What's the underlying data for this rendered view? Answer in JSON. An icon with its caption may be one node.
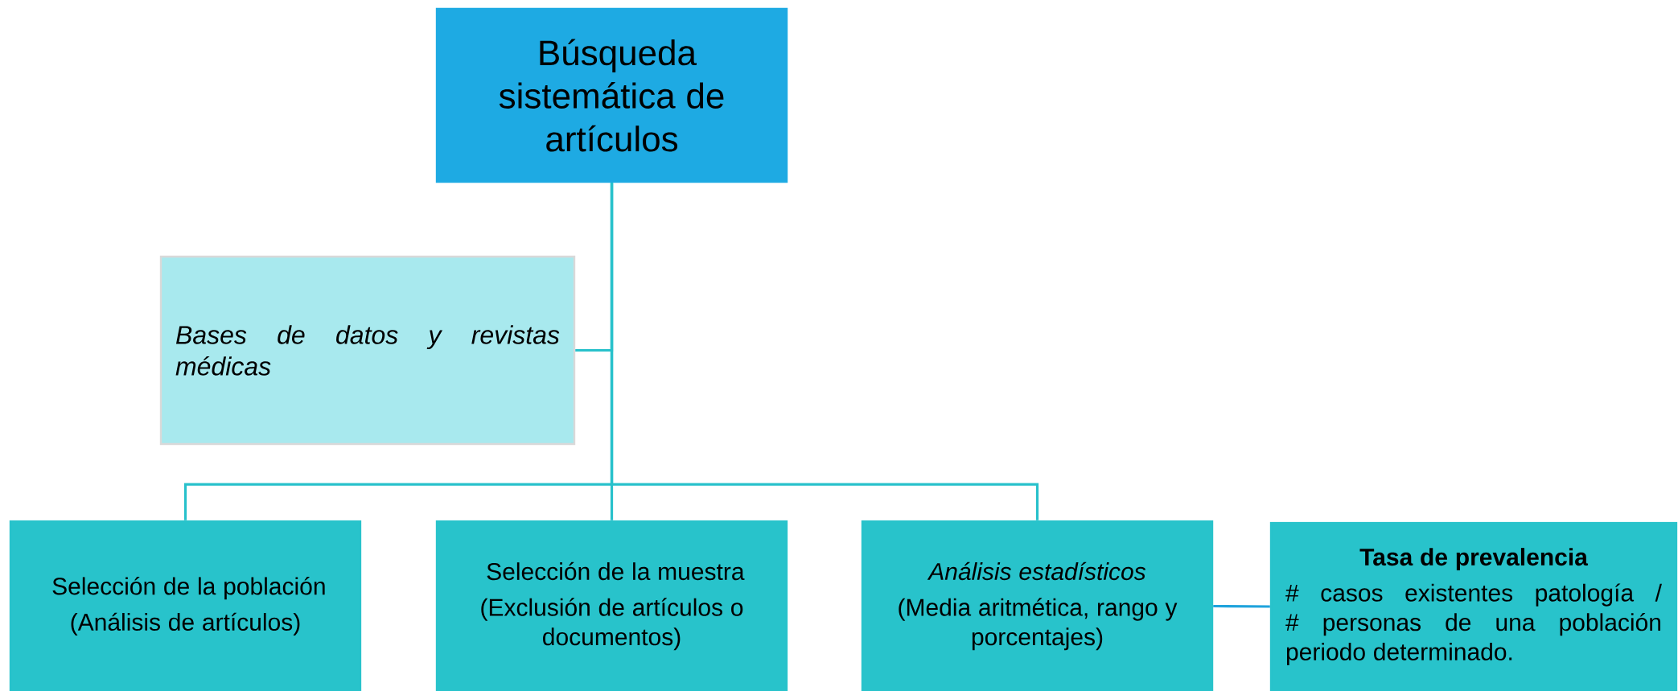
{
  "diagram": {
    "nodes": [
      {
        "text": [
          "Búsqueda sistemática de artículos"
        ]
      },
      {
        "text": [
          "Bases de datos y revistas médicas"
        ]
      },
      {
        "text": [
          "Selección de la población",
          "(Análisis de artículos)"
        ]
      },
      {
        "text": [
          "Selección de la muestra",
          "(Exclusión de artículos o documentos)"
        ]
      },
      {
        "text": [
          "Análisis estadísticos",
          "(Media aritmética, rango y porcentajes)"
        ]
      },
      {
        "text": [
          "Tasa de prevalencia",
          "# casos existentes patología / # personas de una población periodo determinado."
        ]
      }
    ],
    "edges": [
      {
        "from": 0,
        "to": 1,
        "arrow": "none"
      },
      {
        "from": 0,
        "to": 2,
        "arrow": "none"
      },
      {
        "from": 0,
        "to": 3,
        "arrow": "none"
      },
      {
        "from": 0,
        "to": 4,
        "arrow": "none"
      },
      {
        "from": 4,
        "to": 5,
        "arrow": "none",
        "color": "#1fa3dc"
      }
    ]
  }
}
